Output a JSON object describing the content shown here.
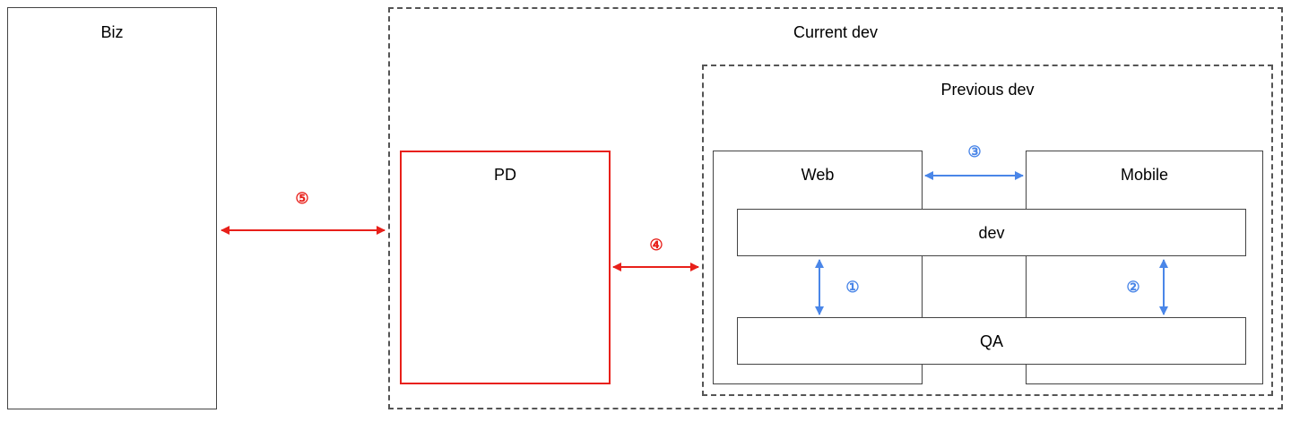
{
  "boxes": {
    "biz": "Biz",
    "current_dev": "Current dev",
    "previous_dev": "Previous dev",
    "pd": "PD",
    "web": "Web",
    "mobile": "Mobile",
    "dev": "dev",
    "qa": "QA"
  },
  "markers": {
    "m1": "①",
    "m2": "②",
    "m3": "③",
    "m4": "④",
    "m5": "⑤"
  },
  "colors": {
    "red": "#e8201a",
    "blue": "#4a86e8",
    "border": "#444444"
  }
}
